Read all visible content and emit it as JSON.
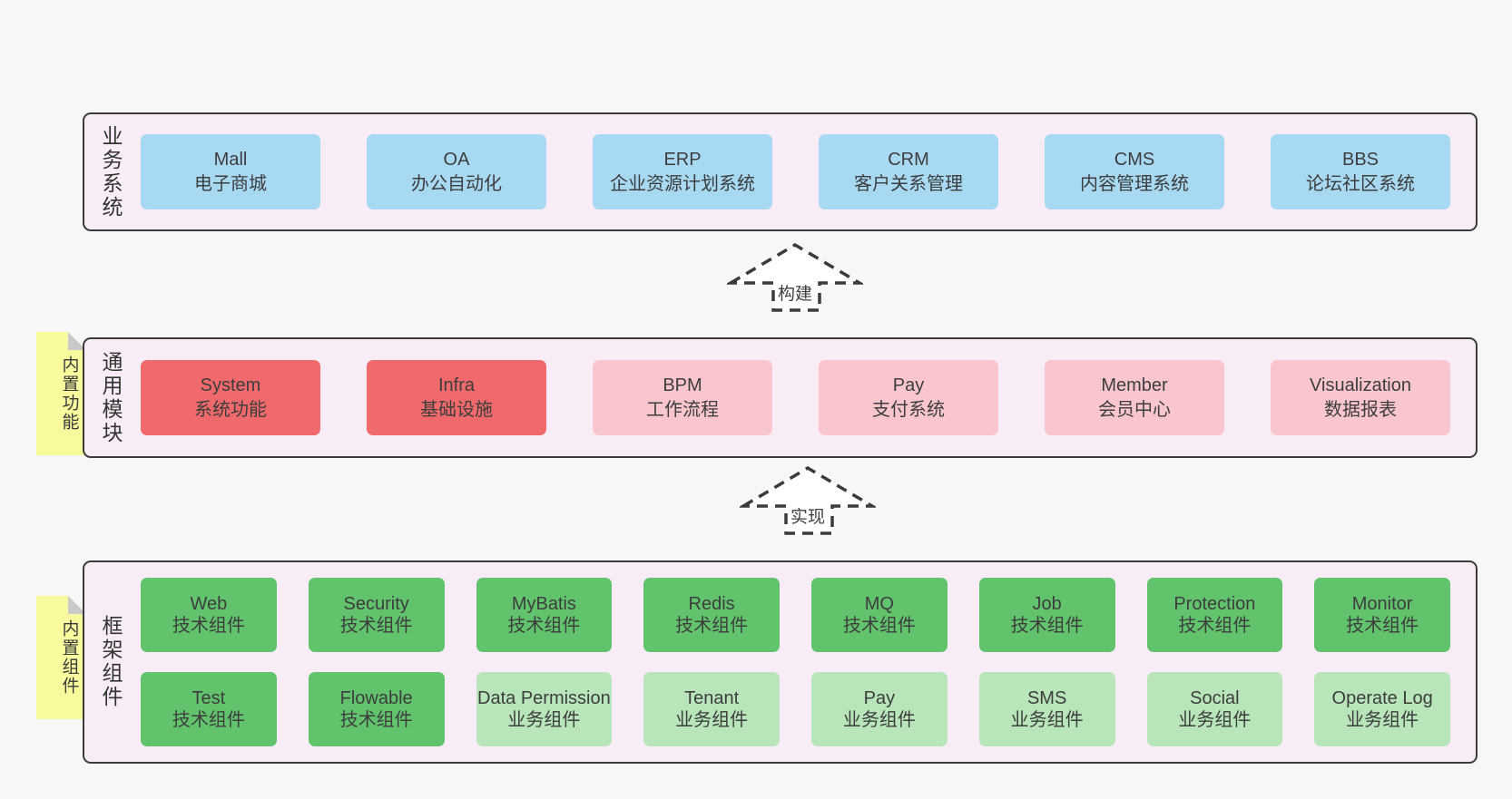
{
  "colors": {
    "page_bg": "#f7f7f7",
    "section_bg": "#f8edf7",
    "line": "#3b3b3b",
    "text": "#3d3d3d",
    "blue": "#a7daf2",
    "red": "#f06a6c",
    "pink": "#f9c6ce",
    "green": "#62c36d",
    "green_light": "#b9e5bb",
    "sticky": "#f9fa9d",
    "fold": "#c9c9c9"
  },
  "arrows": [
    {
      "label": "构建"
    },
    {
      "label": "实现"
    }
  ],
  "sections": [
    {
      "side_label": "业务系统",
      "items": [
        {
          "name": "Mall",
          "desc": "电子商城",
          "variant": "blue"
        },
        {
          "name": "OA",
          "desc": "办公自动化",
          "variant": "blue"
        },
        {
          "name": "ERP",
          "desc": "企业资源计划系统",
          "variant": "blue"
        },
        {
          "name": "CRM",
          "desc": "客户关系管理",
          "variant": "blue"
        },
        {
          "name": "CMS",
          "desc": "内容管理系统",
          "variant": "blue"
        },
        {
          "name": "BBS",
          "desc": "论坛社区系统",
          "variant": "blue"
        }
      ]
    },
    {
      "side_label": "通用模块",
      "sticky_label": "内置功能",
      "items": [
        {
          "name": "System",
          "desc": "系统功能",
          "variant": "red"
        },
        {
          "name": "Infra",
          "desc": "基础设施",
          "variant": "red"
        },
        {
          "name": "BPM",
          "desc": "工作流程",
          "variant": "pink"
        },
        {
          "name": "Pay",
          "desc": "支付系统",
          "variant": "pink"
        },
        {
          "name": "Member",
          "desc": "会员中心",
          "variant": "pink"
        },
        {
          "name": "Visualization",
          "desc": "数据报表",
          "variant": "pink"
        }
      ]
    },
    {
      "side_label": "框架组件",
      "sticky_label": "内置组件",
      "rows": [
        [
          {
            "name": "Web",
            "desc": "技术组件",
            "variant": "green"
          },
          {
            "name": "Security",
            "desc": "技术组件",
            "variant": "green"
          },
          {
            "name": "MyBatis",
            "desc": "技术组件",
            "variant": "green"
          },
          {
            "name": "Redis",
            "desc": "技术组件",
            "variant": "green"
          },
          {
            "name": "MQ",
            "desc": "技术组件",
            "variant": "green"
          },
          {
            "name": "Job",
            "desc": "技术组件",
            "variant": "green"
          },
          {
            "name": "Protection",
            "desc": "技术组件",
            "variant": "green"
          },
          {
            "name": "Monitor",
            "desc": "技术组件",
            "variant": "green"
          }
        ],
        [
          {
            "name": "Test",
            "desc": "技术组件",
            "variant": "green"
          },
          {
            "name": "Flowable",
            "desc": "技术组件",
            "variant": "green"
          },
          {
            "name": "Data Permission",
            "desc": "业务组件",
            "variant": "green_light"
          },
          {
            "name": "Tenant",
            "desc": "业务组件",
            "variant": "green_light"
          },
          {
            "name": "Pay",
            "desc": "业务组件",
            "variant": "green_light"
          },
          {
            "name": "SMS",
            "desc": "业务组件",
            "variant": "green_light"
          },
          {
            "name": "Social",
            "desc": "业务组件",
            "variant": "green_light"
          },
          {
            "name": "Operate Log",
            "desc": "业务组件",
            "variant": "green_light"
          }
        ]
      ]
    }
  ]
}
